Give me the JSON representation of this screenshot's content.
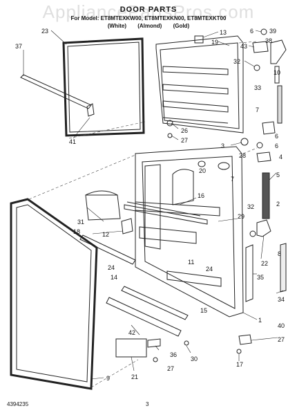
{
  "header": {
    "watermark": "AppliancePartsPros.com",
    "title": "DOOR PARTS",
    "subtitle": "For Model: ET8MTEXKW00, ET8MTEXKN00, ET8MTEXKT00",
    "variants": [
      "(White)",
      "(Almond)",
      "(Gold)"
    ]
  },
  "footer": {
    "doc_number": "4394235",
    "page_number": "3"
  },
  "callouts": [
    {
      "id": "c-23",
      "label": "23"
    },
    {
      "id": "c-37",
      "label": "37"
    },
    {
      "id": "c-41",
      "label": "41"
    },
    {
      "id": "c-13",
      "label": "13"
    },
    {
      "id": "c-19",
      "label": "19"
    },
    {
      "id": "c-6a",
      "label": "6"
    },
    {
      "id": "c-39",
      "label": "39"
    },
    {
      "id": "c-43",
      "label": "43"
    },
    {
      "id": "c-38",
      "label": "38"
    },
    {
      "id": "c-32a",
      "label": "32"
    },
    {
      "id": "c-10",
      "label": "10"
    },
    {
      "id": "c-33",
      "label": "33"
    },
    {
      "id": "c-26",
      "label": "26"
    },
    {
      "id": "c-27a",
      "label": "27"
    },
    {
      "id": "c-7a",
      "label": "7"
    },
    {
      "id": "c-6b",
      "label": "6"
    },
    {
      "id": "c-3",
      "label": "3"
    },
    {
      "id": "c-6c",
      "label": "6"
    },
    {
      "id": "c-20",
      "label": "20"
    },
    {
      "id": "c-28",
      "label": "28"
    },
    {
      "id": "c-4",
      "label": "4"
    },
    {
      "id": "c-7b",
      "label": "7"
    },
    {
      "id": "c-5",
      "label": "5"
    },
    {
      "id": "c-16",
      "label": "16"
    },
    {
      "id": "c-2",
      "label": "2"
    },
    {
      "id": "c-32b",
      "label": "32"
    },
    {
      "id": "c-31",
      "label": "31"
    },
    {
      "id": "c-29",
      "label": "29"
    },
    {
      "id": "c-18",
      "label": "18"
    },
    {
      "id": "c-12",
      "label": "12"
    },
    {
      "id": "c-22",
      "label": "22"
    },
    {
      "id": "c-8",
      "label": "8"
    },
    {
      "id": "c-11",
      "label": "11"
    },
    {
      "id": "c-24a",
      "label": "24"
    },
    {
      "id": "c-24b",
      "label": "24"
    },
    {
      "id": "c-14",
      "label": "14"
    },
    {
      "id": "c-35",
      "label": "35"
    },
    {
      "id": "c-34",
      "label": "34"
    },
    {
      "id": "c-1",
      "label": "1"
    },
    {
      "id": "c-15",
      "label": "15"
    },
    {
      "id": "c-40",
      "label": "40"
    },
    {
      "id": "c-42",
      "label": "42"
    },
    {
      "id": "c-36",
      "label": "36"
    },
    {
      "id": "c-30",
      "label": "30"
    },
    {
      "id": "c-27b",
      "label": "27"
    },
    {
      "id": "c-27c",
      "label": "27"
    },
    {
      "id": "c-17",
      "label": "17"
    },
    {
      "id": "c-9",
      "label": "9"
    },
    {
      "id": "c-21",
      "label": "21"
    }
  ]
}
